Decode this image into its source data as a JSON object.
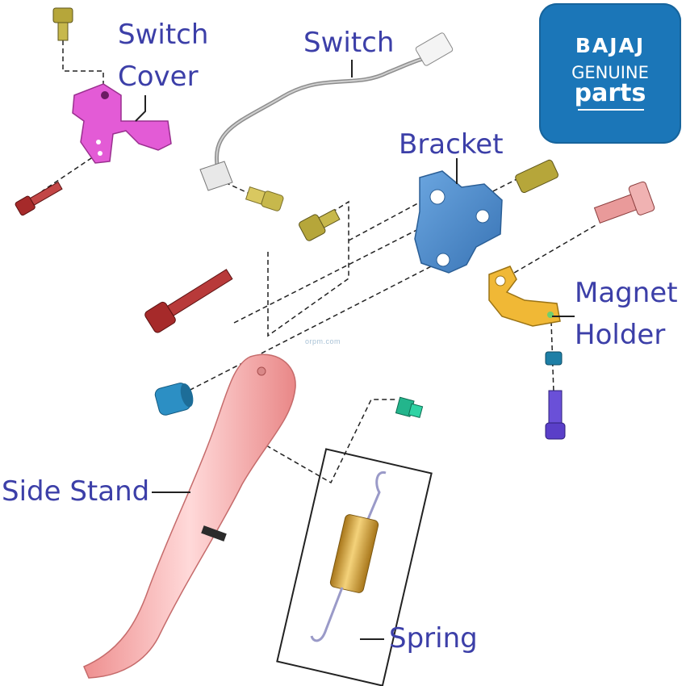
{
  "labels": {
    "switch_cover_line1": "Switch",
    "switch_cover_line2": "Cover",
    "switch": "Switch",
    "bracket": "Bracket",
    "magnet_holder_line1": "Magnet",
    "magnet_holder_line2": "Holder",
    "side_stand": "Side Stand",
    "spring": "Spring"
  },
  "logo": {
    "brand": "BAJAJ",
    "line1": "GENUINE",
    "line2": "parts"
  },
  "watermark": "orpm.com",
  "colors": {
    "label_text": "#3c3fa8",
    "logo_bg": "#1b76b8",
    "switch_cover": "#e35bd6",
    "bracket": "#4f8fd1",
    "magnet_holder": "#f0b836",
    "side_stand": "#f4a9a9",
    "spring_body": "#c9931e",
    "pin_blue": "#2c8fc4",
    "bolt_red": "#a62a2a",
    "bolt_olive": "#b6a63a",
    "bolt_purple": "#5a3fc8",
    "clip_green": "#23b58c"
  }
}
